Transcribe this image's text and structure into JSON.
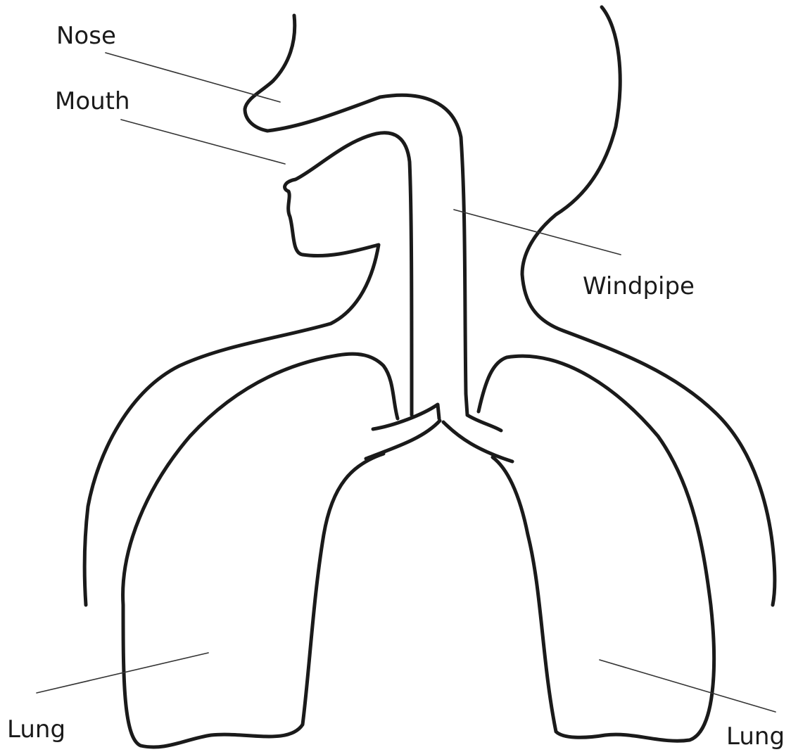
{
  "diagram": {
    "labels": {
      "nose": "Nose",
      "mouth": "Mouth",
      "windpipe": "Windpipe",
      "lung_left": "Lung",
      "lung_right": "Lung"
    }
  }
}
